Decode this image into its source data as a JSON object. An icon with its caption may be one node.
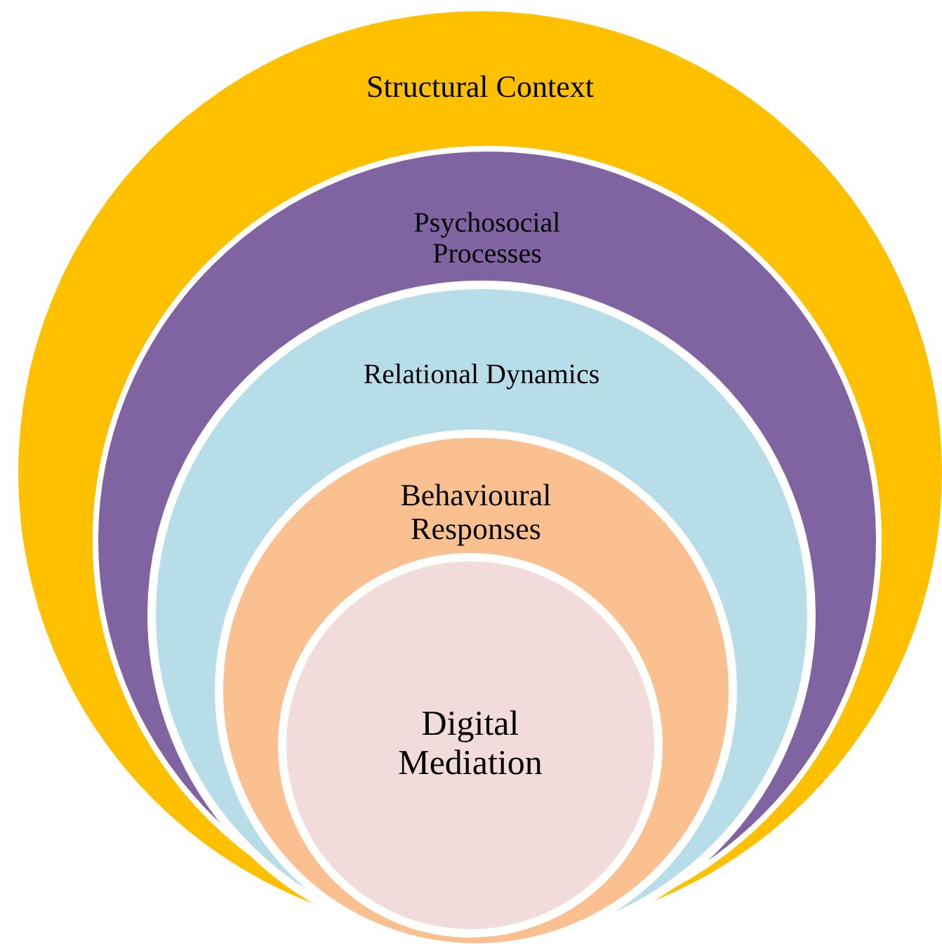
{
  "diagram": {
    "nodes": [
      {
        "text": [
          "Structural Context"
        ]
      },
      {
        "text": [
          "Psychosocial Processes"
        ],
        "in": 0
      },
      {
        "text": [
          "Relational Dynamics"
        ],
        "in": 1
      },
      {
        "text": [
          "Behavioural Responses"
        ],
        "in": 2
      },
      {
        "text": [
          "Digital Mediation"
        ],
        "in": 3
      }
    ]
  }
}
